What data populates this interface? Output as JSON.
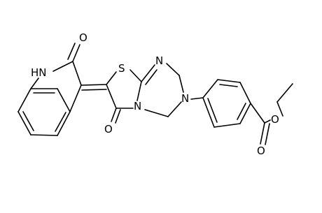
{
  "atoms": {
    "nh_label": "HN",
    "oxindole_o_label": "O",
    "thiazole_s_label": "S",
    "triazine_n_top_label": "N",
    "ring_fusion_n_label": "N",
    "triazine_n_aryl_label": "N",
    "thiazolone_o_label": "O",
    "ester_o_single_label": "O",
    "ester_o_double_label": "O"
  },
  "colors": {
    "bond": "#000000",
    "background": "#ffffff",
    "text": "#000000"
  }
}
